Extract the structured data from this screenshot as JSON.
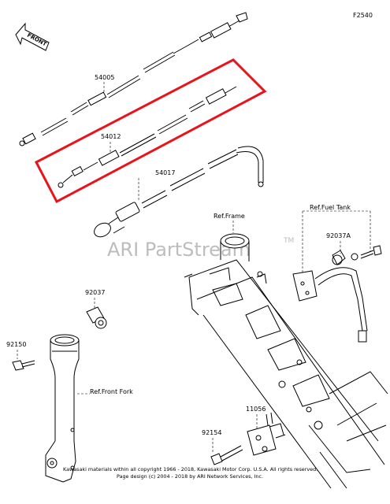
{
  "figure_code": "F2540",
  "front_arrow_label": "FRONT",
  "watermark": {
    "text": "ARI PartStream",
    "trademark": "TM"
  },
  "parts": {
    "p54005": "54005",
    "p54012": "54012",
    "p54017": "54017",
    "p92037": "92037",
    "p92037a": "92037A",
    "p92150": "92150",
    "p11056": "11056",
    "p92154": "92154"
  },
  "references": {
    "frame": "Ref.Frame",
    "fuel_tank": "Ref.Fuel Tank",
    "front_fork": "Ref.Front Fork"
  },
  "highlight_color": "#e8141c",
  "copyright": {
    "line1": "Kawasaki materials within all copyright 1966 - 2018, Kawasaki Motor Corp. U.S.A.  All rights reserved.",
    "line2": "Page design (c) 2004 - 2018 by ARI Network Services, Inc."
  }
}
